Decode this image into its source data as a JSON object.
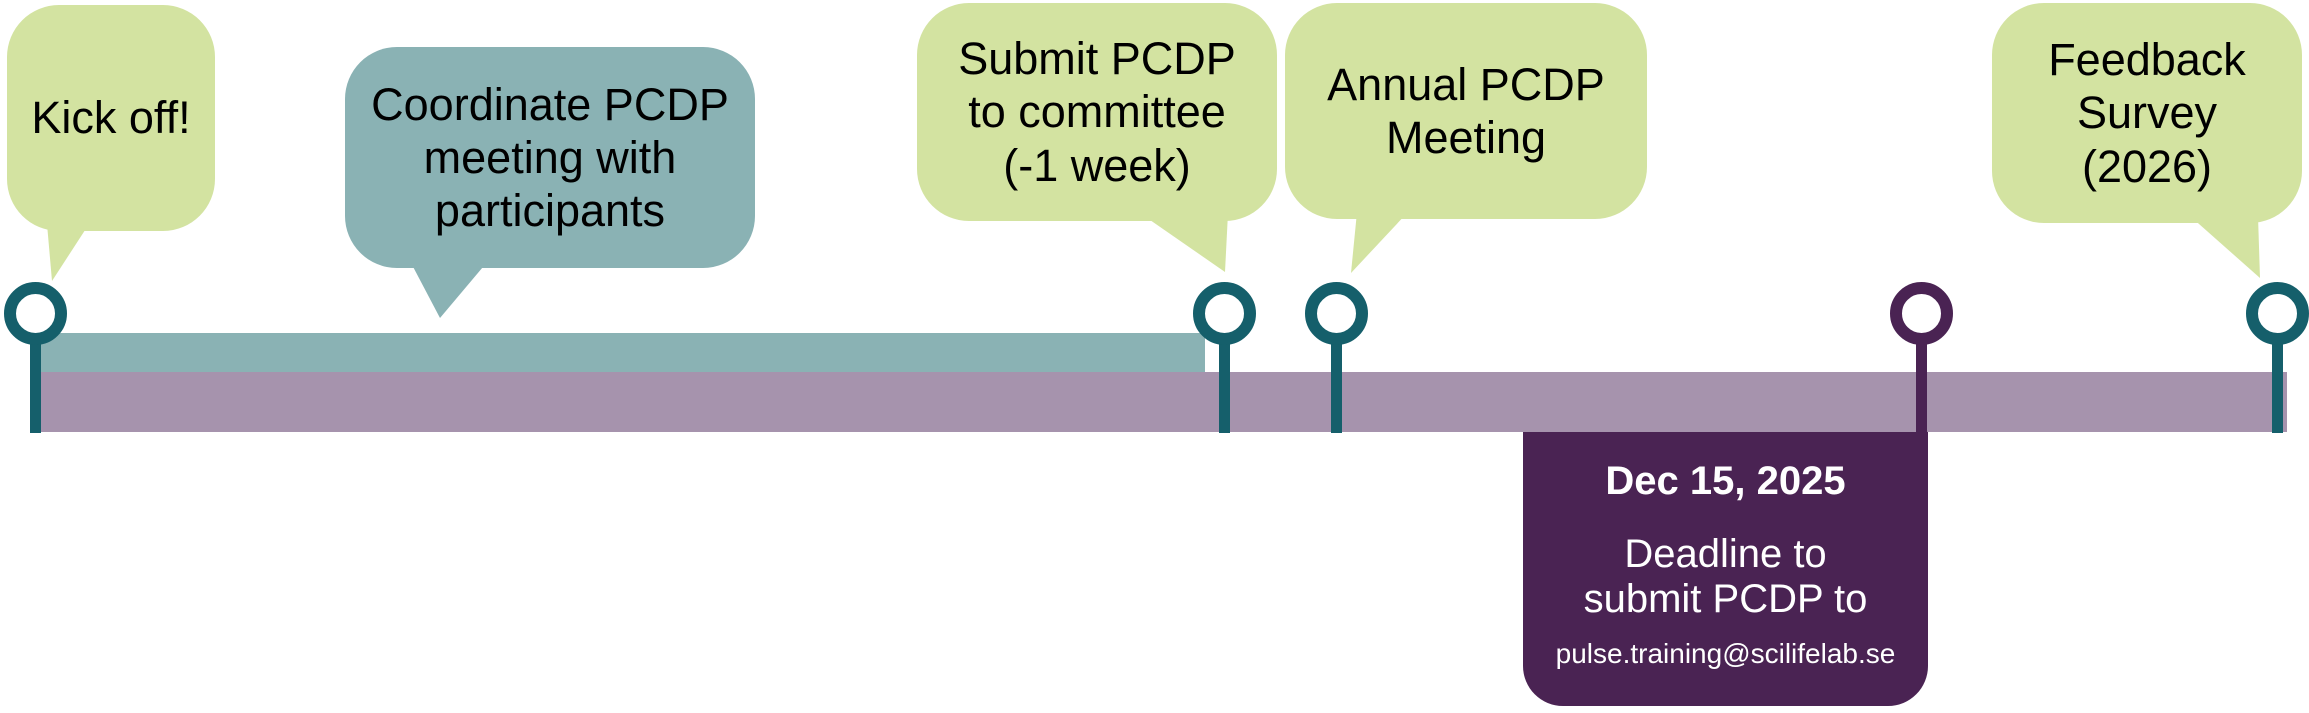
{
  "timeline": {
    "title_hint": "PCDP process timeline",
    "bubbles": [
      {
        "id": "kickoff",
        "text": "Kick off!",
        "color": "#D3E3A1"
      },
      {
        "id": "coordinate",
        "text": "Coordinate PCDP\nmeeting with\nparticipants",
        "color": "#8AB2B4"
      },
      {
        "id": "submit",
        "text": "Submit PCDP\nto committee\n(-1 week)",
        "color": "#D3E3A1"
      },
      {
        "id": "annual",
        "text": "Annual PCDP\nMeeting",
        "color": "#D3E3A1"
      },
      {
        "id": "feedback",
        "text": "Feedback\nSurvey\n(2026)",
        "color": "#D3E3A1"
      }
    ],
    "milestone_pins": [
      {
        "id": "kickoff",
        "color": "#155F6B"
      },
      {
        "id": "submit",
        "color": "#155F6B"
      },
      {
        "id": "annual",
        "color": "#155F6B"
      },
      {
        "id": "deadline",
        "color": "#4A2353"
      },
      {
        "id": "feedback",
        "color": "#155F6B"
      }
    ],
    "deadline": {
      "date": "Dec 15, 2025",
      "description": "Deadline to\nsubmit PCDP to",
      "email": "pulse.training@scilifelab.se"
    },
    "colors": {
      "lime_bubble": "#D3E3A1",
      "aqua_bubble": "#8AB2B4",
      "teal_bar": "#8AB2B4",
      "mauve_bar": "#A693AD",
      "teal_pin": "#155F6B",
      "grape": "#4A2353",
      "text_dark": "#000000",
      "text_light": "#FFFFFF",
      "background": "#FFFFFF"
    }
  }
}
